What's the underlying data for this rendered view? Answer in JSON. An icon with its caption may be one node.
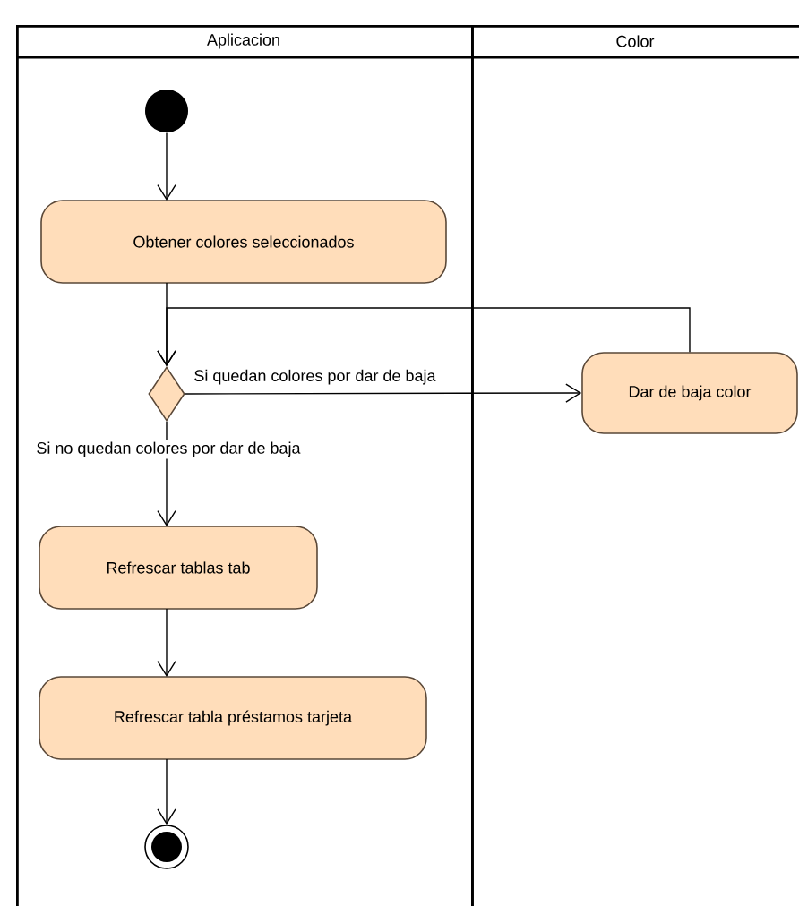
{
  "diagram": {
    "nodes": [
      {
        "text": [
          "Aplicacion"
        ]
      },
      {
        "text": [
          "Color"
        ]
      },
      {
        "text": [],
        "shape": "circle",
        "in": 0
      },
      {
        "text": [
          "Obtener colores seleccionados"
        ],
        "in": 0
      },
      {
        "text": [],
        "shape": "diamond",
        "in": 0
      },
      {
        "text": [
          "Dar de baja color"
        ],
        "in": 1
      },
      {
        "text": [
          "Refrescar tablas tab"
        ],
        "in": 0
      },
      {
        "text": [
          "Refrescar tabla préstamos tarjeta"
        ],
        "in": 0
      },
      {
        "text": [],
        "shape": "circle",
        "in": 0
      }
    ],
    "edges": [
      {
        "from": 2,
        "to": 3,
        "arrow": "to"
      },
      {
        "from": 3,
        "to": 4,
        "arrow": "to"
      },
      {
        "from": 5,
        "to": 4,
        "arrow": "to"
      },
      {
        "from": 4,
        "to": 5,
        "arrow": "to",
        "label": "Si quedan colores por dar de baja"
      },
      {
        "from": 4,
        "to": 6,
        "arrow": "to",
        "label": "Si no quedan colores por dar de baja"
      },
      {
        "from": 6,
        "to": 7,
        "arrow": "to"
      },
      {
        "from": 7,
        "to": 8,
        "arrow": "to"
      }
    ]
  }
}
